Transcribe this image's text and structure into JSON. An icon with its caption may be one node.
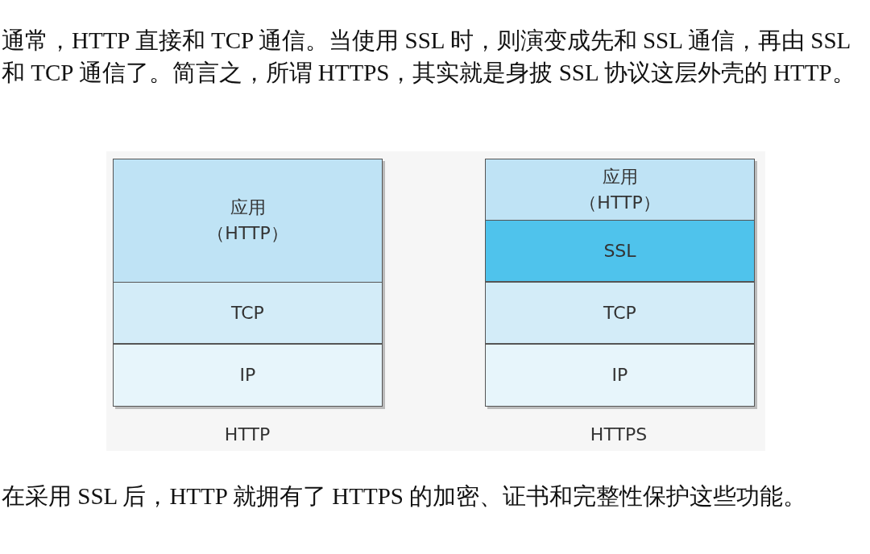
{
  "diagram": {
    "title": "通常，HTTP 直接和 TCP 通信。当使用 SSL 时，则演变成先和 SSL 通信，再由 SSL 和 TCP 通信了。简言之，所谓 HTTPS，其实就是身披 SSL 协议这层外壳的 HTTP。",
    "caption": "在采用 SSL 后，HTTP 就拥有了 HTTPS 的加密、证书和完整性保护这些功能。",
    "nodes": [
      {
        "text": [
          "应用",
          "（HTTP）"
        ]
      },
      {
        "text": [
          "TCP"
        ]
      },
      {
        "text": [
          "IP"
        ]
      },
      {
        "text": [
          "应用",
          "（HTTP）"
        ]
      },
      {
        "text": [
          "SSL"
        ]
      },
      {
        "text": [
          "TCP"
        ]
      },
      {
        "text": [
          "IP"
        ]
      }
    ],
    "labels": [
      "HTTP",
      "HTTPS"
    ]
  }
}
